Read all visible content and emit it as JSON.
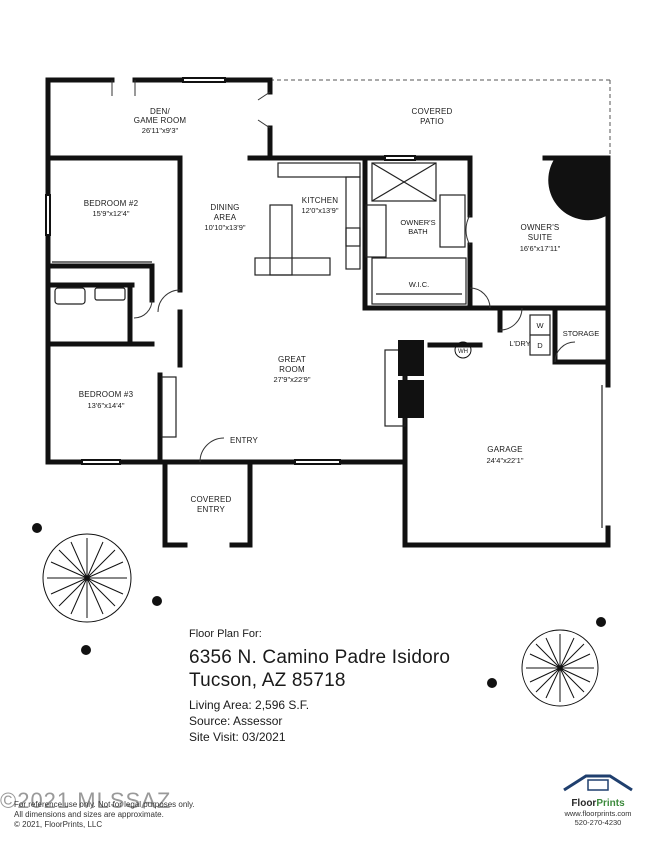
{
  "rooms": {
    "den": {
      "name1": "DEN/",
      "name2": "GAME ROOM",
      "dims": "26'11\"x9'3\""
    },
    "patio": {
      "name1": "COVERED",
      "name2": "PATIO"
    },
    "bed2": {
      "name": "BEDROOM #2",
      "dims": "15'9\"x12'4\""
    },
    "dining": {
      "name1": "DINING",
      "name2": "AREA",
      "dims": "10'10\"x13'9\""
    },
    "kitchen": {
      "name": "KITCHEN",
      "dims": "12'0\"x13'9\""
    },
    "ownbath": {
      "name1": "OWNER'S",
      "name2": "BATH"
    },
    "suite": {
      "name1": "OWNER'S",
      "name2": "SUITE",
      "dims": "16'6\"x17'11\""
    },
    "wic": {
      "name": "W.I.C."
    },
    "laundry": {
      "name": "L'DRY",
      "w": "W",
      "d": "D",
      "wh": "WH"
    },
    "storage": {
      "name": "STORAGE"
    },
    "great": {
      "name1": "GREAT",
      "name2": "ROOM",
      "dims": "27'9\"x22'9\""
    },
    "bed3": {
      "name": "BEDROOM #3",
      "dims": "13'6\"x14'4\""
    },
    "entry": {
      "name": "ENTRY"
    },
    "garage": {
      "name": "GARAGE",
      "dims": "24'4\"x22'1\""
    },
    "coventry": {
      "name1": "COVERED",
      "name2": "ENTRY"
    }
  },
  "info": {
    "label": "Floor Plan For:",
    "address1": "6356 N. Camino Padre Isidoro",
    "address2": "Tucson, AZ  85718",
    "living_area": "Living Area:  2,596 S.F.",
    "source": "Source:  Assessor",
    "site_visit": "Site Visit:  03/2021"
  },
  "footer": {
    "line1": "For reference use only. Not for legal purposes only.",
    "line2": "All dimensions and sizes are approximate.",
    "line3": "© 2021, FloorPrints, LLC"
  },
  "watermark": "©2021 MLSSAZ",
  "brand": {
    "name_a": "Floor",
    "name_b": "Prints",
    "website": "www.floorprints.com",
    "phone": "520-270-4230",
    "accent_color": "#3c8a3c",
    "roof_color": "#1f3f6e"
  }
}
